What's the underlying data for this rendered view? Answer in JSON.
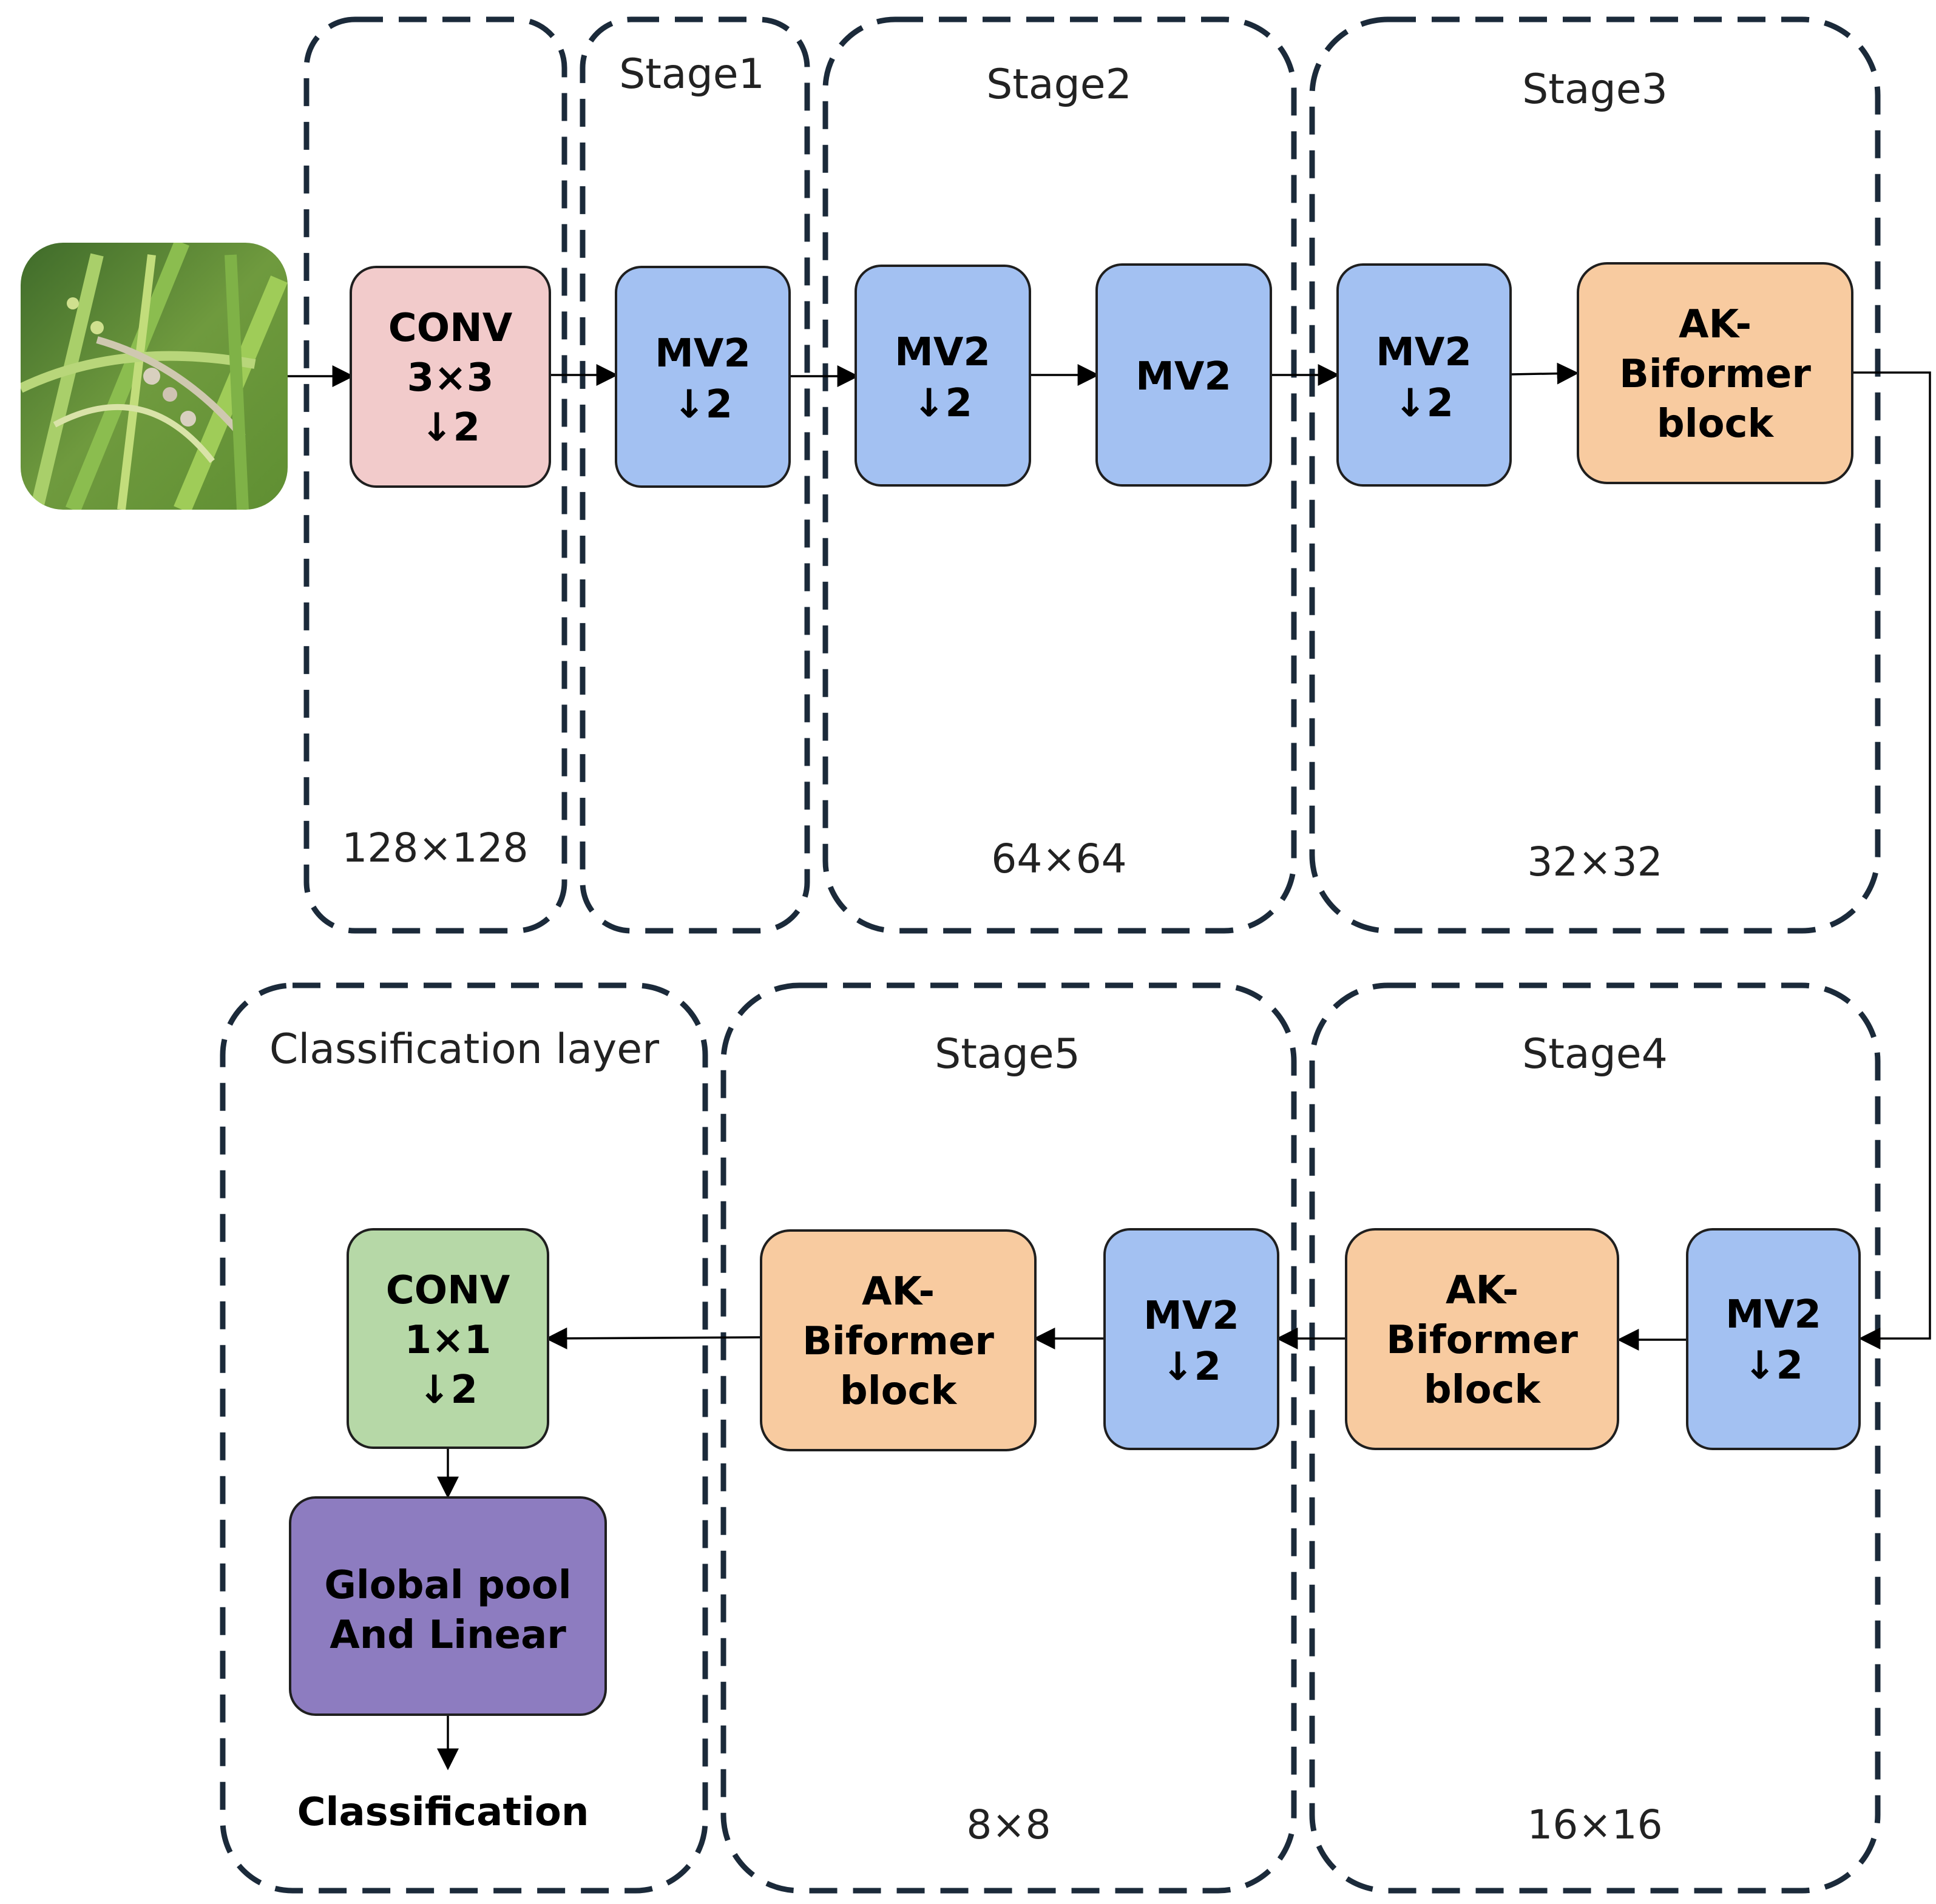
{
  "colors": {
    "conv3x3": "#f2cbcb",
    "mv2": "#a3c1f2",
    "biformer": "#f8cba0",
    "conv1x1": "#b6d8a7",
    "pool": "#8d7cc0",
    "dashed_border": "#1b2a3a"
  },
  "input_image": {
    "icon": "rice-plant-photo"
  },
  "groups": {
    "stem": {
      "dims": "128×128"
    },
    "stage1": {
      "title": "Stage1"
    },
    "stage2": {
      "title": "Stage2",
      "dims": "64×64"
    },
    "stage3": {
      "title": "Stage3",
      "dims": "32×32"
    },
    "stage4": {
      "title": "Stage4",
      "dims": "16×16"
    },
    "stage5": {
      "title": "Stage5",
      "dims": "8×8"
    },
    "classifier": {
      "title": "Classification layer"
    }
  },
  "blocks": {
    "conv3": {
      "lines": [
        "CONV",
        "3×3",
        "↓2"
      ]
    },
    "s1_mv2": {
      "lines": [
        "MV2",
        "↓2"
      ]
    },
    "s2_mv2a": {
      "lines": [
        "MV2",
        "↓2"
      ]
    },
    "s2_mv2b": {
      "lines": [
        "MV2"
      ]
    },
    "s3_mv2": {
      "lines": [
        "MV2",
        "↓2"
      ]
    },
    "s3_bif": {
      "lines": [
        "AK-",
        "Biformer",
        "block"
      ]
    },
    "s4_mv2": {
      "lines": [
        "MV2",
        "↓2"
      ]
    },
    "s4_bif": {
      "lines": [
        "AK-",
        "Biformer",
        "block"
      ]
    },
    "s5_mv2": {
      "lines": [
        "MV2",
        "↓2"
      ]
    },
    "s5_bif": {
      "lines": [
        "AK-",
        "Biformer",
        "block"
      ]
    },
    "conv1": {
      "lines": [
        "CONV",
        "1×1",
        "↓2"
      ]
    },
    "pool": {
      "lines": [
        "Global pool",
        "And Linear"
      ]
    }
  },
  "output_label": "Classification"
}
